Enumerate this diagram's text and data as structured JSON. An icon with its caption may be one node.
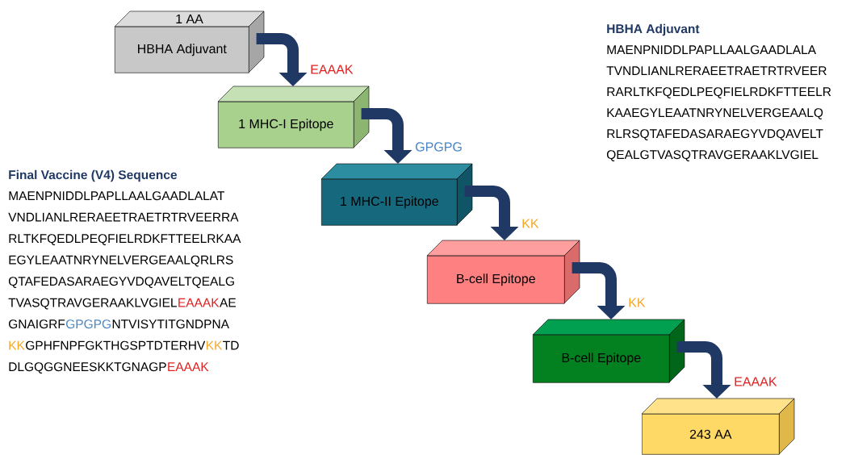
{
  "diagram": {
    "nodes": [
      {
        "text": [
          "1 AA",
          "HBHA Adjuvant"
        ]
      },
      {
        "text": [
          "1 MHC-I Epitope"
        ]
      },
      {
        "text": [
          "1 MHC-II Epitope"
        ]
      },
      {
        "text": [
          "B-cell Epitope"
        ]
      },
      {
        "text": [
          "B-cell Epitope"
        ]
      },
      {
        "text": [
          "243 AA"
        ]
      }
    ],
    "edges": [
      {
        "from": 0,
        "to": 1,
        "arrow": "to",
        "label": "EAAAK"
      },
      {
        "from": 1,
        "to": 2,
        "arrow": "to",
        "label": "GPGPG"
      },
      {
        "from": 2,
        "to": 3,
        "arrow": "to",
        "label": "KK"
      },
      {
        "from": 3,
        "to": 4,
        "arrow": "to",
        "label": "KK"
      },
      {
        "from": 4,
        "to": 5,
        "arrow": "to",
        "label": "EAAAK"
      }
    ],
    "labels": [
      "HBHA Adjuvant",
      "MAENPNIDDLPAPLLAALGAADLALA",
      "TVNDLIANLRERAEETRAETRTRVEER",
      "RARLTKFQEDLPEQFIELRDKFTTEELR",
      "KAAEGYLEAATNRYNELVERGEAALQ",
      "RLRSQTAFEDASARAEGYVDQAVELT",
      "QEALGTVASQTRAVGERAAKLVGIEL",
      "Final Vaccine (V4) Sequence",
      "MAENPNIDDLPAPLLAALGAADLALAT",
      "VNDLIANLRERAEETRAETRTRVEERRA",
      "RLTKFQEDLPEQFIELRDKFTTEELRKAA",
      "EGYLEAATNRYNELVERGEAALQRLRS",
      "QTAFEDASARAEGYVDQAVELTQEALG",
      "TVASQTRAVGERAAKLVGIEL",
      "EAAAK",
      "AE",
      "GNAIGRF",
      "GPGPG",
      "NTVISYTITGNDPNA",
      "KK",
      "GPHFNPFGKTHGSPTDTERHV",
      "KK",
      "TD",
      "DLGQGGNEESKKTGNAGP",
      "EAAAK"
    ]
  }
}
